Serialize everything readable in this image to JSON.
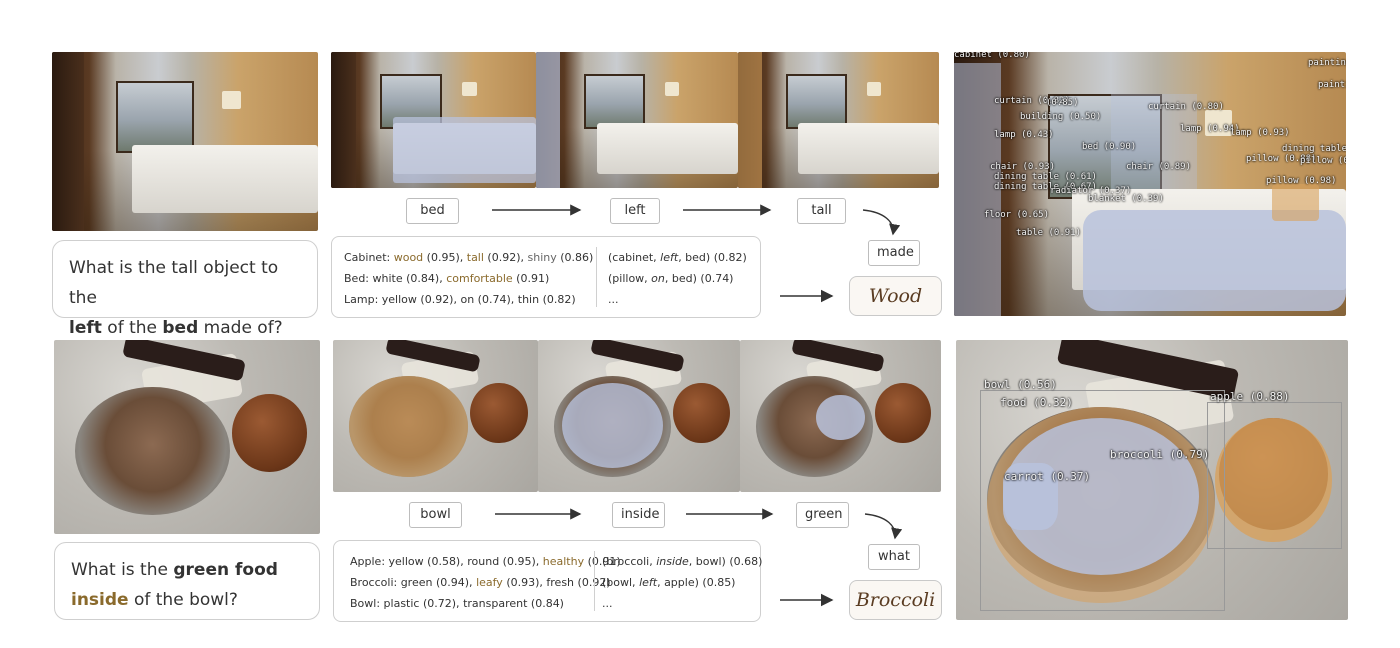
{
  "row1": {
    "question": {
      "prefix": "What is the tall object to the",
      "w1": "left",
      "mid": " of the ",
      "w2": "bed",
      "suffix": " made of?"
    },
    "steps": [
      "bed",
      "left",
      "tall",
      "made"
    ],
    "answer": "Wood",
    "attributes": [
      {
        "name": "Cabinet:",
        "a": "wood",
        "a_score": " (0.95), ",
        "b": "tall",
        "b_score": " (0.92), ",
        "c": "shiny",
        "c_score": " (0.86)"
      },
      {
        "name": "Bed:",
        "a": "white",
        "a_score": " (0.84), ",
        "b": "comfortable",
        "b_score": " (0.91)",
        "c": "",
        "c_score": ""
      },
      {
        "name": "Lamp:",
        "a": "yellow",
        "a_score": " (0.92), ",
        "b": "on",
        "b_score": " (0.74), ",
        "c": "thin",
        "c_score": " (0.82)"
      }
    ],
    "relations": [
      {
        "open": "(cabinet, ",
        "rel": "left",
        "close": ", bed)",
        "score": " (0.82)"
      },
      {
        "open": "(pillow, ",
        "rel": "on",
        "close": ", bed)",
        "score": " (0.74)"
      },
      {
        "open": "...",
        "rel": "",
        "close": "",
        "score": ""
      }
    ],
    "detections": [
      "cabinet (0.80)",
      "curtain (0.82)",
      "(0.85)",
      "building (0.50)",
      "lamp (0.43)",
      "chair (0.93)",
      "dining table (0.61)",
      "dining table (0.67)",
      "radiator (0.37)",
      "blanket (0.39)",
      "bed (0.90)",
      "chair (0.89)",
      "curtain (0.80)",
      "lamp (0.94)",
      "lamp (0.93)",
      "painting",
      "painting",
      "dining table (0.6",
      "pillow (0.88)",
      "pillow (0.8",
      "pillow (0.98)",
      "floor (0.65)",
      "table (0.91)"
    ]
  },
  "row2": {
    "question": {
      "prefix": "What is the ",
      "w1": "green food",
      "line2a": "inside",
      "suffix": " of the bowl?"
    },
    "steps": [
      "bowl",
      "inside",
      "green",
      "what"
    ],
    "answer": "Broccoli",
    "attributes": [
      {
        "name": "Apple:",
        "a": "yellow",
        "a_score": " (0.58), ",
        "b": "round",
        "b_score": " (0.95), ",
        "c": "healthy",
        "c_score": " (0.91)"
      },
      {
        "name": "Broccoli:",
        "a": "green",
        "a_score": " (0.94), ",
        "b": "leafy",
        "b_score": " (0.93), ",
        "c": "fresh",
        "c_score": " (0.92)"
      },
      {
        "name": "Bowl:",
        "a": "plastic",
        "a_score": " (0.72), ",
        "b": "transparent",
        "b_score": " (0.84)",
        "c": "",
        "c_score": ""
      }
    ],
    "relations": [
      {
        "open": "(broccoli, ",
        "rel": "inside",
        "close": ", bowl)",
        "score": " (0.68)"
      },
      {
        "open": "(bowl, ",
        "rel": "left",
        "close": ", apple)",
        "score": " (0.85)"
      },
      {
        "open": "...",
        "rel": "",
        "close": "",
        "score": ""
      }
    ],
    "detections": [
      "bowl (0.56)",
      "food (0.32)",
      "apple (0.88)",
      "broccoli (0.79)",
      "carrot (0.37)"
    ]
  },
  "colors": {
    "highlight_brown": "#8a6a2c",
    "mask_blue": "#b8c2dc",
    "mask_orange": "#d8a15c"
  }
}
